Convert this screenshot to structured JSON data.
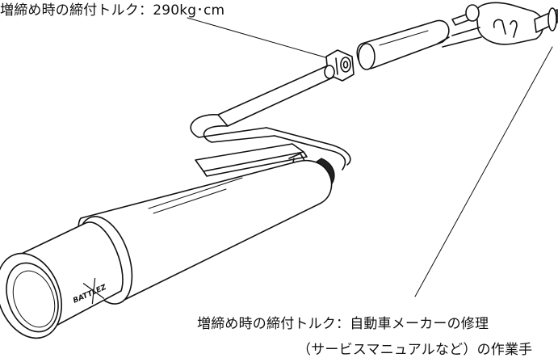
{
  "annotations": {
    "top_label": "増締め時の締付トルク：290kg･cm",
    "bottom_label_line1": "増締め時の締付トルク：自動車メーカーの修理",
    "bottom_label_line2": "（サービスマニュアルなど）の作業手"
  },
  "logo": {
    "text": "BATTLEZ"
  },
  "colors": {
    "ink": "#111111",
    "background": "#ffffff"
  }
}
